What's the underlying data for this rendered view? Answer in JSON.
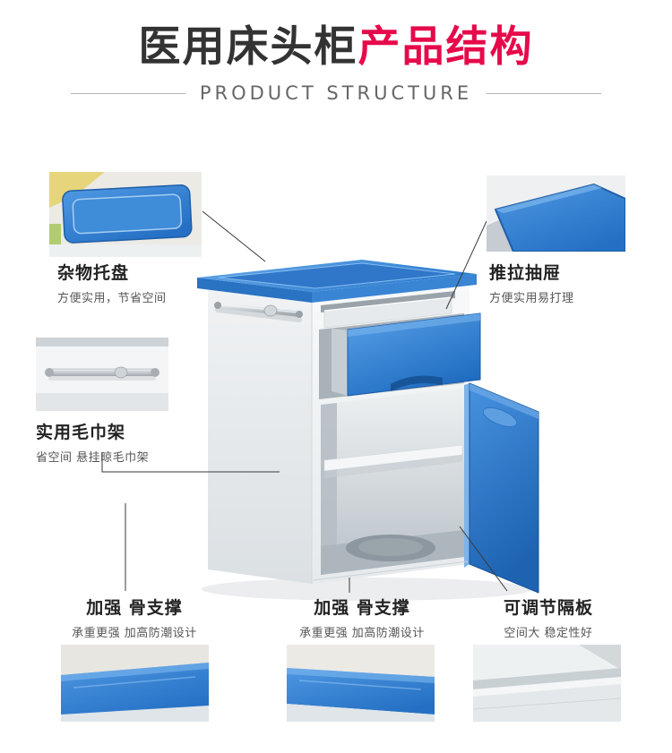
{
  "header": {
    "title_black": "医用床头柜",
    "title_red": "产品结构",
    "subtitle": "PRODUCT STRUCTURE"
  },
  "callouts": {
    "tray": {
      "title": "杂物托盘",
      "desc": "方便实用，节省空间"
    },
    "drawer": {
      "title": "推拉抽屉",
      "desc": "方便实用易打理"
    },
    "towel": {
      "title": "实用毛巾架",
      "desc": "省空间 悬挂晾毛巾架"
    },
    "support_left": {
      "title": "加强 骨支撑",
      "desc": "承重更强 加高防潮设计"
    },
    "support_middle": {
      "title": "加强 骨支撑",
      "desc": "承重更强 加高防潮设计"
    },
    "shelf": {
      "title": "可调节隔板",
      "desc": "空间大 稳定性好"
    }
  },
  "colors": {
    "accent_red": "#e60a4b",
    "title_black": "#333333",
    "subtitle_gray": "#666666",
    "product_blue": "#2e7dd0"
  }
}
